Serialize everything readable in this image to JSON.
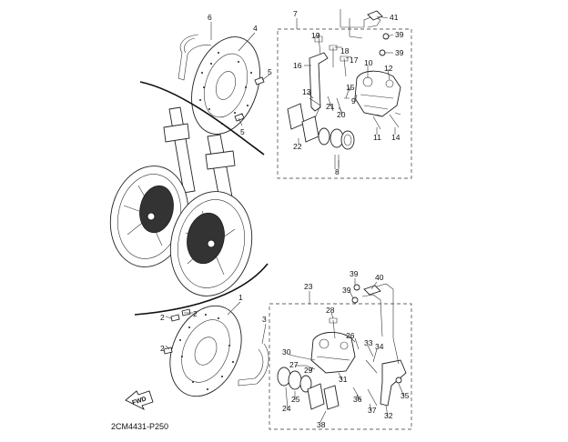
{
  "diagram": {
    "reference_code": "2CM4431-P250",
    "fwd_label": "FWD",
    "upper_callouts": [
      "6",
      "4",
      "5",
      "5",
      "7",
      "41",
      "39",
      "39",
      "19",
      "18",
      "17",
      "10",
      "12",
      "16",
      "13",
      "21",
      "20",
      "15",
      "9",
      "11",
      "14",
      "22",
      "8"
    ],
    "lower_callouts": [
      "1",
      "2",
      "2",
      "2",
      "3",
      "23",
      "39",
      "40",
      "39",
      "28",
      "26",
      "33",
      "30",
      "27",
      "34",
      "35",
      "29",
      "31",
      "24",
      "25",
      "36",
      "37",
      "32",
      "38"
    ]
  }
}
